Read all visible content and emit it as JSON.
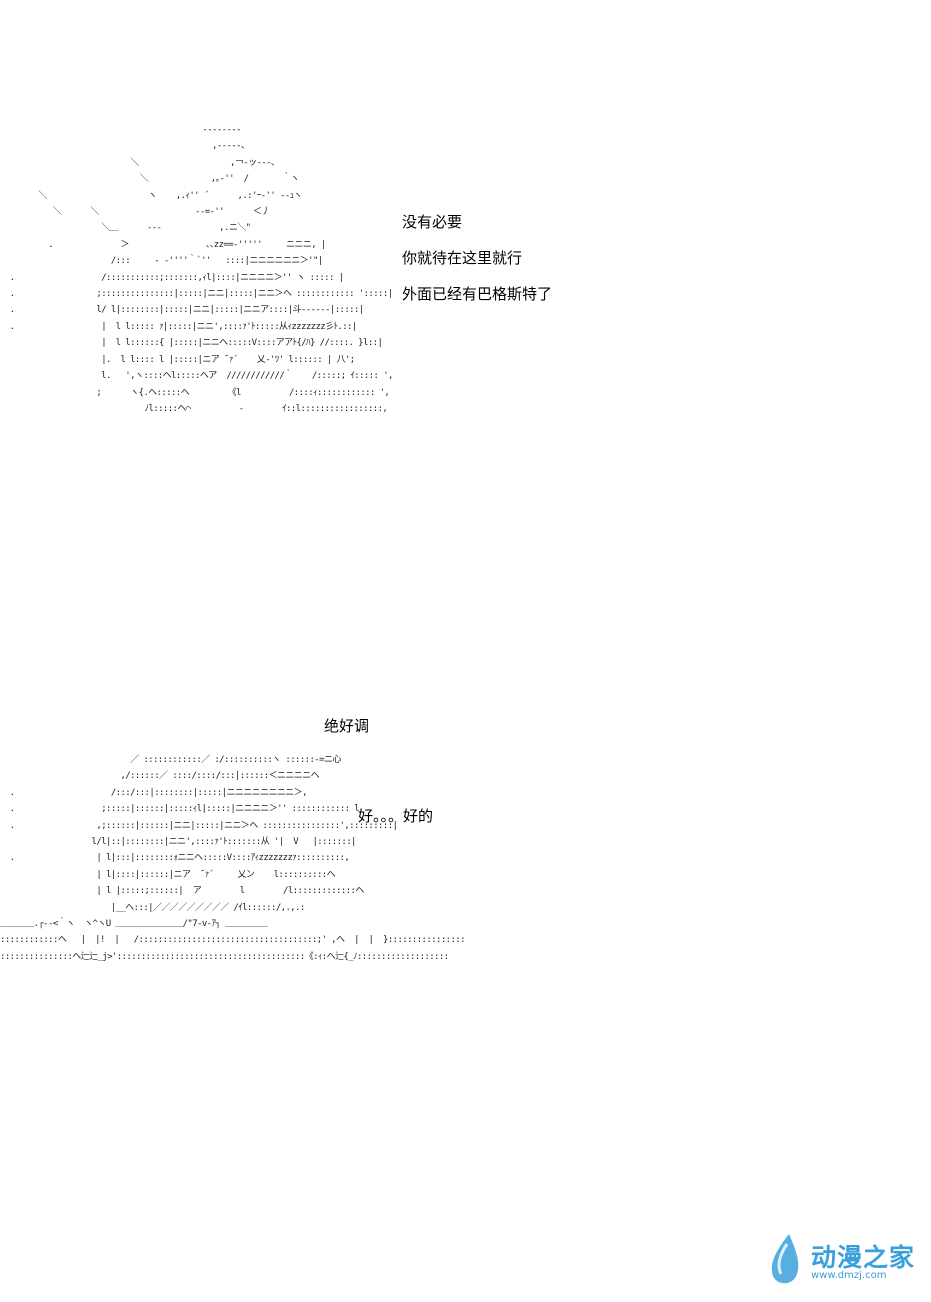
{
  "panel1": {
    "art": "                                          ‐‐‐‐‐‐‐‐\n                                            ,‐‐‐‐‐、\n                           ＼                   ,￢‐ッ‐‐‐､\n                             ＼             ,｡‐''  /       ｀ヽ\n        ＼                     ヽ    ,.ｨ'' ´      ,.:'ｰ‐'' ‐‐ｭヽ\n           ＼      ＼                    ‐‐=‐''      ＜丿\n                     ＼＿      ‐‐‐            ,.ニ＼\"\n          .              ＞                ､､zz==‐'''''     ニニニ, |\n                       /:::     ‐ ‐''''｀`''   ::::|ニニニニニニ＞'\"|\n  .                  /:::::::::::;:::::::,ｨl|::::|ニニニニ＞'' ヽ ::::: |\n  .                 ;:::::::::::::::|:::::|ニニ|:::::|ニニ＞ヘ :::::::::::: ':::::|\n  .                 l/ l|::::::::|:::::|ニニ|:::::|ニニア::::|斗‐‐‐‐‐‐|:::::|\n  .                  |  l l::::: ｧ|:::::|ニニ',::::ｧ'ﾄ:::::从ｨzzzzzzz彡ﾄ.::|\n                     |  l l::::::{ |:::::|ニニヘ:::::V::::アアﾄ{/ﾊ} //::::. }l::|\n                     |.  l l:::: l |:::::|ニア ˜ｧ´    乂‐'ﾂ' l:::::: | 八';\n                     l.   ',ヽ::::ヘl:::::ヘア  ////////////｀    /:::::; ｲ::::: ',\n                    ;      ヽ{.ヘ:::::ヘ        《l          /::::ｨ:::::::::::: ',\n                              ﾉl:::::ヘ⌒          -        ｲ::l:::::::::::::::::,",
    "lines": [
      "没有必要",
      "你就待在这里就行",
      "外面已经有巴格斯特了"
    ]
  },
  "caption": "绝好调",
  "panel2": {
    "art": "                           ／ ::::::::::::／ :/::::::::::ヽ ::::::‐=ニ心\n                         ,/::::::／ ::::/::::/:::|::::::＜ニニニニヘ\n  .                    /:::/:::|::::::::|:::::|ニニニニニニニニ＞,\n  .                  ;:::::|::::::|:::::ｨl|:::::|ニニニニ＞'' :::::::::::: l\n  .                 ,;::::::|::::::|ニニ|:::::|ニニ＞ヘ ::::::::::::::::',:::::::::|\n                   l/l|::|::::::::|ニニ',::::ｧ'ﾄ:::::::从 '|  V   |:::::::|\n  .                 | l|:::|::::::::ｫニニヘ:::::V::::ｱｨzzzzzzzｧ::::::::::,\n                    | l|::::|::::::|ニア  ˜ｧ´     乂ン    l::::::::::ヘ\n                    | l |:::::;::::::|  ア        l        /l:::::::::::::ヘ\n                       |__ヘ:::|／／／／／／／／／ /ｲl::::::/,.,.:\n＿＿＿＿.┌‐‐<｀ヽ  ヽ^ヽU ＿＿＿＿＿＿＿＿/\"7‐v‐ｱ┐ ＿＿＿＿＿\n::::::::::::ヘ   |  |!  |   /:::::::::::::::::::::::::::::::::::::;' ,ヘ  |  |  }::::::::::::::::\n:::::::::::::::ヘ辷辷_j>':::::::::::::::::::::::::::::::::::::::《:ｨ:ヘ辷{_ﾉ:::::::::::::::::::",
    "lines": [
      "好。。。好的"
    ]
  },
  "watermark": {
    "name": "动漫之家",
    "url": "www.dmzj.com",
    "accent": "#3aa0dc",
    "icon": "water-drop-icon"
  }
}
